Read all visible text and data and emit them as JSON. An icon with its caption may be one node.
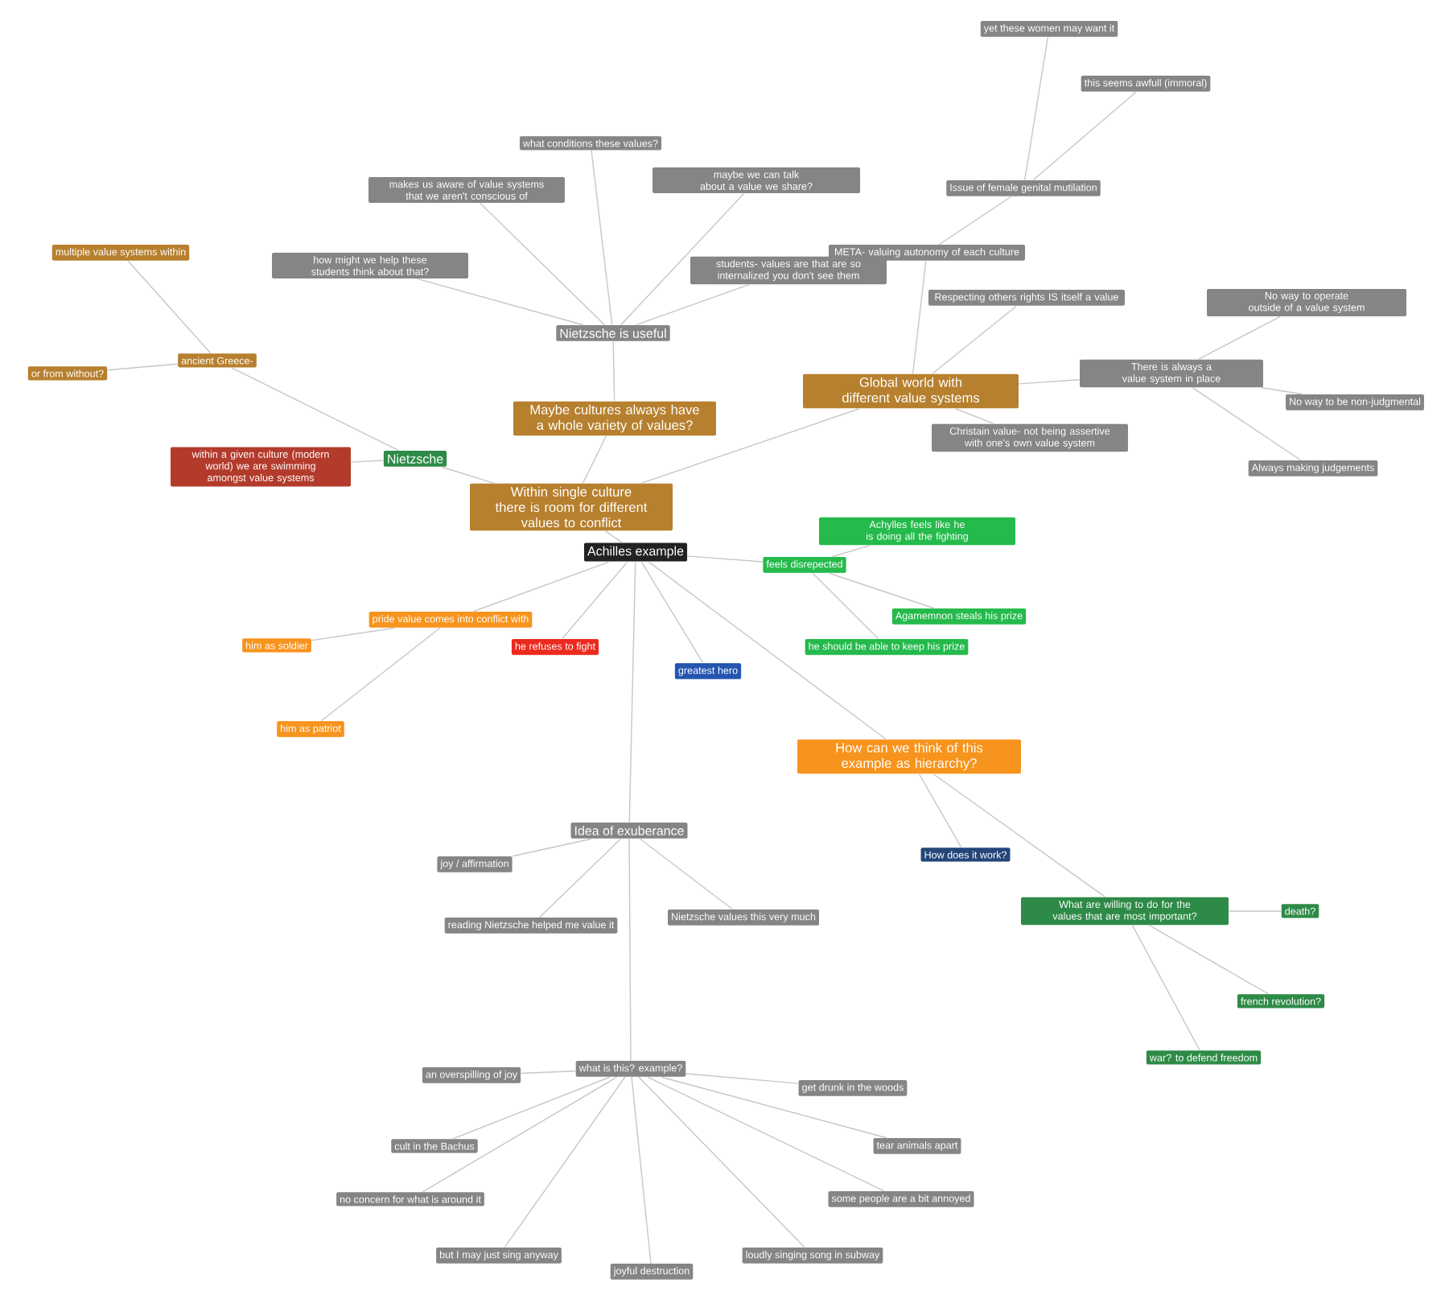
{
  "diagram": {
    "nodes": [
      {
        "text": [
          "Achilles example"
        ]
      },
      {
        "text": [
          "Within single culture there is room for different values to conflict"
        ]
      },
      {
        "text": [
          "Maybe cultures always have a whole variety of values?"
        ]
      },
      {
        "text": [
          "Nietzsche is useful"
        ]
      },
      {
        "text": [
          "what conditions these values?"
        ]
      },
      {
        "text": [
          "makes us aware of value systems that we aren't conscious of"
        ]
      },
      {
        "text": [
          "students- values are that are so internalized you don't see them"
        ]
      },
      {
        "text": [
          "maybe we can talk about a value we share?"
        ]
      },
      {
        "text": [
          "how might we help these students think about that?"
        ]
      },
      {
        "text": [
          "Nietzsche"
        ]
      },
      {
        "text": [
          "within a given culture (modern world) we are swimming amongst value systems"
        ]
      },
      {
        "text": [
          "ancient Greece-"
        ]
      },
      {
        "text": [
          "multiple value systems within"
        ]
      },
      {
        "text": [
          "or from without?"
        ]
      },
      {
        "text": [
          "Global world with different value systems"
        ]
      },
      {
        "text": [
          "META- valuing autonomy of each culture"
        ]
      },
      {
        "text": [
          "Issue of female genital mutilation"
        ]
      },
      {
        "text": [
          "yet these women may want it"
        ]
      },
      {
        "text": [
          "this seems awfull (immoral)"
        ]
      },
      {
        "text": [
          "Respecting others rights IS itself a value"
        ]
      },
      {
        "text": [
          "Christain value- not being assertive with one's own value system"
        ]
      },
      {
        "text": [
          "There is always a value system in place"
        ]
      },
      {
        "text": [
          "No way to operate outside of a value system"
        ]
      },
      {
        "text": [
          "No way to be non-judgmental"
        ]
      },
      {
        "text": [
          "Always making judgements"
        ]
      },
      {
        "text": [
          "feels disrepected"
        ]
      },
      {
        "text": [
          "Achylles feels like he is doing all the fighting"
        ]
      },
      {
        "text": [
          "Agamemnon steals his prize"
        ]
      },
      {
        "text": [
          "he should be able to keep his prize"
        ]
      },
      {
        "text": [
          "pride value comes into conflict with"
        ]
      },
      {
        "text": [
          "he refuses to fight"
        ]
      },
      {
        "text": [
          "him as soldier"
        ]
      },
      {
        "text": [
          "him as patriot"
        ]
      },
      {
        "text": [
          "greatest hero"
        ]
      },
      {
        "text": [
          "How can we think of this example as hierarchy?"
        ]
      },
      {
        "text": [
          "How does it work?"
        ]
      },
      {
        "text": [
          "What are willing to do for the values that are most important?"
        ]
      },
      {
        "text": [
          "death?"
        ]
      },
      {
        "text": [
          "french revolution?"
        ]
      },
      {
        "text": [
          "war? to defend freedom"
        ]
      },
      {
        "text": [
          "Idea of exuberance"
        ]
      },
      {
        "text": [
          "joy / affirmation"
        ]
      },
      {
        "text": [
          "reading Nietzsche helped me value it"
        ]
      },
      {
        "text": [
          "Nietzsche values this very much"
        ]
      },
      {
        "text": [
          "what is this?  example?"
        ]
      },
      {
        "text": [
          "an overspilling of joy"
        ]
      },
      {
        "text": [
          "get drunk in the woods"
        ]
      },
      {
        "text": [
          "cult in the Bachus"
        ]
      },
      {
        "text": [
          "no concern for what is around it"
        ]
      },
      {
        "text": [
          "tear animals apart"
        ]
      },
      {
        "text": [
          "some people are a bit annoyed"
        ]
      },
      {
        "text": [
          "but I may just sing anyway"
        ]
      },
      {
        "text": [
          "loudly singing song in subway"
        ]
      },
      {
        "text": [
          "joyful destruction"
        ]
      }
    ],
    "edges": [
      {
        "from": 0,
        "to": 1,
        "arrow": "none"
      },
      {
        "from": 1,
        "to": 2,
        "arrow": "none"
      },
      {
        "from": 2,
        "to": 3,
        "arrow": "none"
      },
      {
        "from": 3,
        "to": 4,
        "arrow": "none"
      },
      {
        "from": 3,
        "to": 5,
        "arrow": "none"
      },
      {
        "from": 3,
        "to": 6,
        "arrow": "none"
      },
      {
        "from": 3,
        "to": 7,
        "arrow": "none"
      },
      {
        "from": 3,
        "to": 8,
        "arrow": "none"
      },
      {
        "from": 1,
        "to": 9,
        "arrow": "none"
      },
      {
        "from": 9,
        "to": 10,
        "arrow": "none"
      },
      {
        "from": 9,
        "to": 11,
        "arrow": "none"
      },
      {
        "from": 11,
        "to": 12,
        "arrow": "none"
      },
      {
        "from": 11,
        "to": 13,
        "arrow": "none"
      },
      {
        "from": 1,
        "to": 14,
        "arrow": "none"
      },
      {
        "from": 14,
        "to": 15,
        "arrow": "none"
      },
      {
        "from": 15,
        "to": 16,
        "arrow": "none"
      },
      {
        "from": 16,
        "to": 17,
        "arrow": "none"
      },
      {
        "from": 16,
        "to": 18,
        "arrow": "none"
      },
      {
        "from": 14,
        "to": 19,
        "arrow": "none"
      },
      {
        "from": 14,
        "to": 20,
        "arrow": "none"
      },
      {
        "from": 14,
        "to": 21,
        "arrow": "none"
      },
      {
        "from": 21,
        "to": 22,
        "arrow": "none"
      },
      {
        "from": 21,
        "to": 23,
        "arrow": "none"
      },
      {
        "from": 21,
        "to": 24,
        "arrow": "none"
      },
      {
        "from": 0,
        "to": 25,
        "arrow": "none"
      },
      {
        "from": 25,
        "to": 26,
        "arrow": "none"
      },
      {
        "from": 25,
        "to": 27,
        "arrow": "none"
      },
      {
        "from": 25,
        "to": 28,
        "arrow": "none"
      },
      {
        "from": 0,
        "to": 29,
        "arrow": "none"
      },
      {
        "from": 0,
        "to": 30,
        "arrow": "none"
      },
      {
        "from": 29,
        "to": 31,
        "arrow": "none"
      },
      {
        "from": 29,
        "to": 32,
        "arrow": "none"
      },
      {
        "from": 0,
        "to": 33,
        "arrow": "none"
      },
      {
        "from": 0,
        "to": 34,
        "arrow": "none"
      },
      {
        "from": 34,
        "to": 35,
        "arrow": "none"
      },
      {
        "from": 34,
        "to": 36,
        "arrow": "none"
      },
      {
        "from": 36,
        "to": 37,
        "arrow": "none"
      },
      {
        "from": 36,
        "to": 38,
        "arrow": "none"
      },
      {
        "from": 36,
        "to": 39,
        "arrow": "none"
      },
      {
        "from": 0,
        "to": 40,
        "arrow": "none"
      },
      {
        "from": 40,
        "to": 41,
        "arrow": "none"
      },
      {
        "from": 40,
        "to": 42,
        "arrow": "none"
      },
      {
        "from": 40,
        "to": 43,
        "arrow": "none"
      },
      {
        "from": 40,
        "to": 44,
        "arrow": "none"
      },
      {
        "from": 44,
        "to": 45,
        "arrow": "none"
      },
      {
        "from": 44,
        "to": 46,
        "arrow": "none"
      },
      {
        "from": 44,
        "to": 47,
        "arrow": "none"
      },
      {
        "from": 44,
        "to": 48,
        "arrow": "none"
      },
      {
        "from": 44,
        "to": 49,
        "arrow": "none"
      },
      {
        "from": 44,
        "to": 50,
        "arrow": "none"
      },
      {
        "from": 44,
        "to": 51,
        "arrow": "none"
      },
      {
        "from": 44,
        "to": 52,
        "arrow": "none"
      },
      {
        "from": 44,
        "to": 53,
        "arrow": "none"
      }
    ]
  }
}
